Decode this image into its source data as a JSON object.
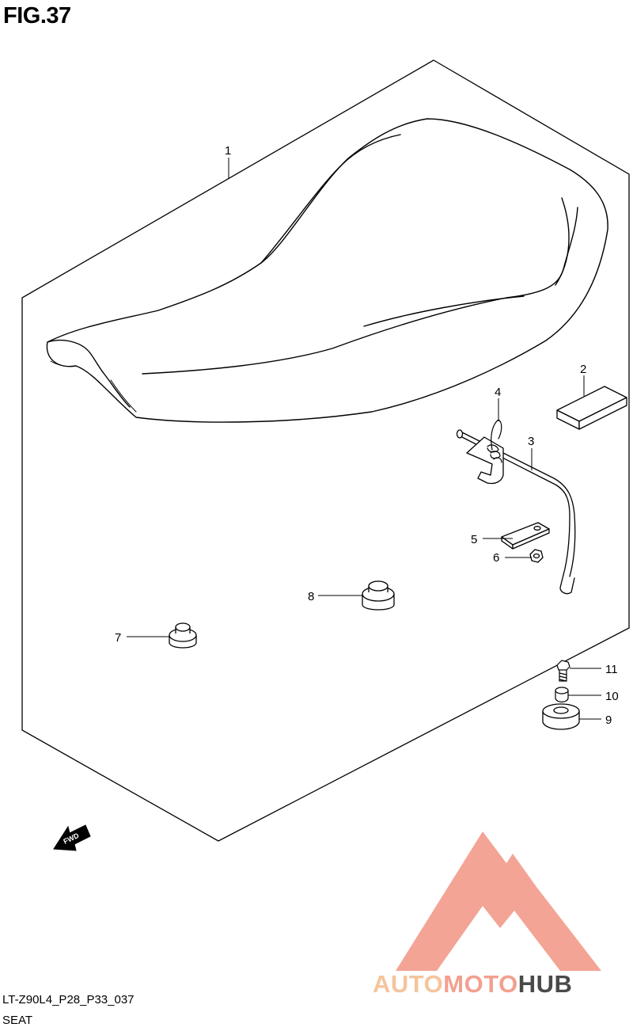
{
  "figure": {
    "title": "FIG.37"
  },
  "callouts": [
    {
      "id": "1",
      "label": "1"
    },
    {
      "id": "2",
      "label": "2"
    },
    {
      "id": "3",
      "label": "3"
    },
    {
      "id": "4",
      "label": "4"
    },
    {
      "id": "5",
      "label": "5"
    },
    {
      "id": "6",
      "label": "6"
    },
    {
      "id": "7",
      "label": "7"
    },
    {
      "id": "8",
      "label": "8"
    },
    {
      "id": "9",
      "label": "9"
    },
    {
      "id": "10",
      "label": "10"
    },
    {
      "id": "11",
      "label": "11"
    }
  ],
  "direction_marker": {
    "label": "FWD",
    "icon": "forward-arrow-icon"
  },
  "footer": {
    "diagram_code": "LT-Z90L4_P28_P33_037",
    "caption": "SEAT"
  },
  "watermark": {
    "icon": "automotohub-logo-icon",
    "text_auto": "AUTO",
    "text_moto": "MOTO",
    "text_hub": "HUB",
    "colors": {
      "auto": "#f5c49c",
      "moto": "#f2a08f",
      "hub": "#4a4a4a",
      "mark": "#f29a8a"
    }
  }
}
